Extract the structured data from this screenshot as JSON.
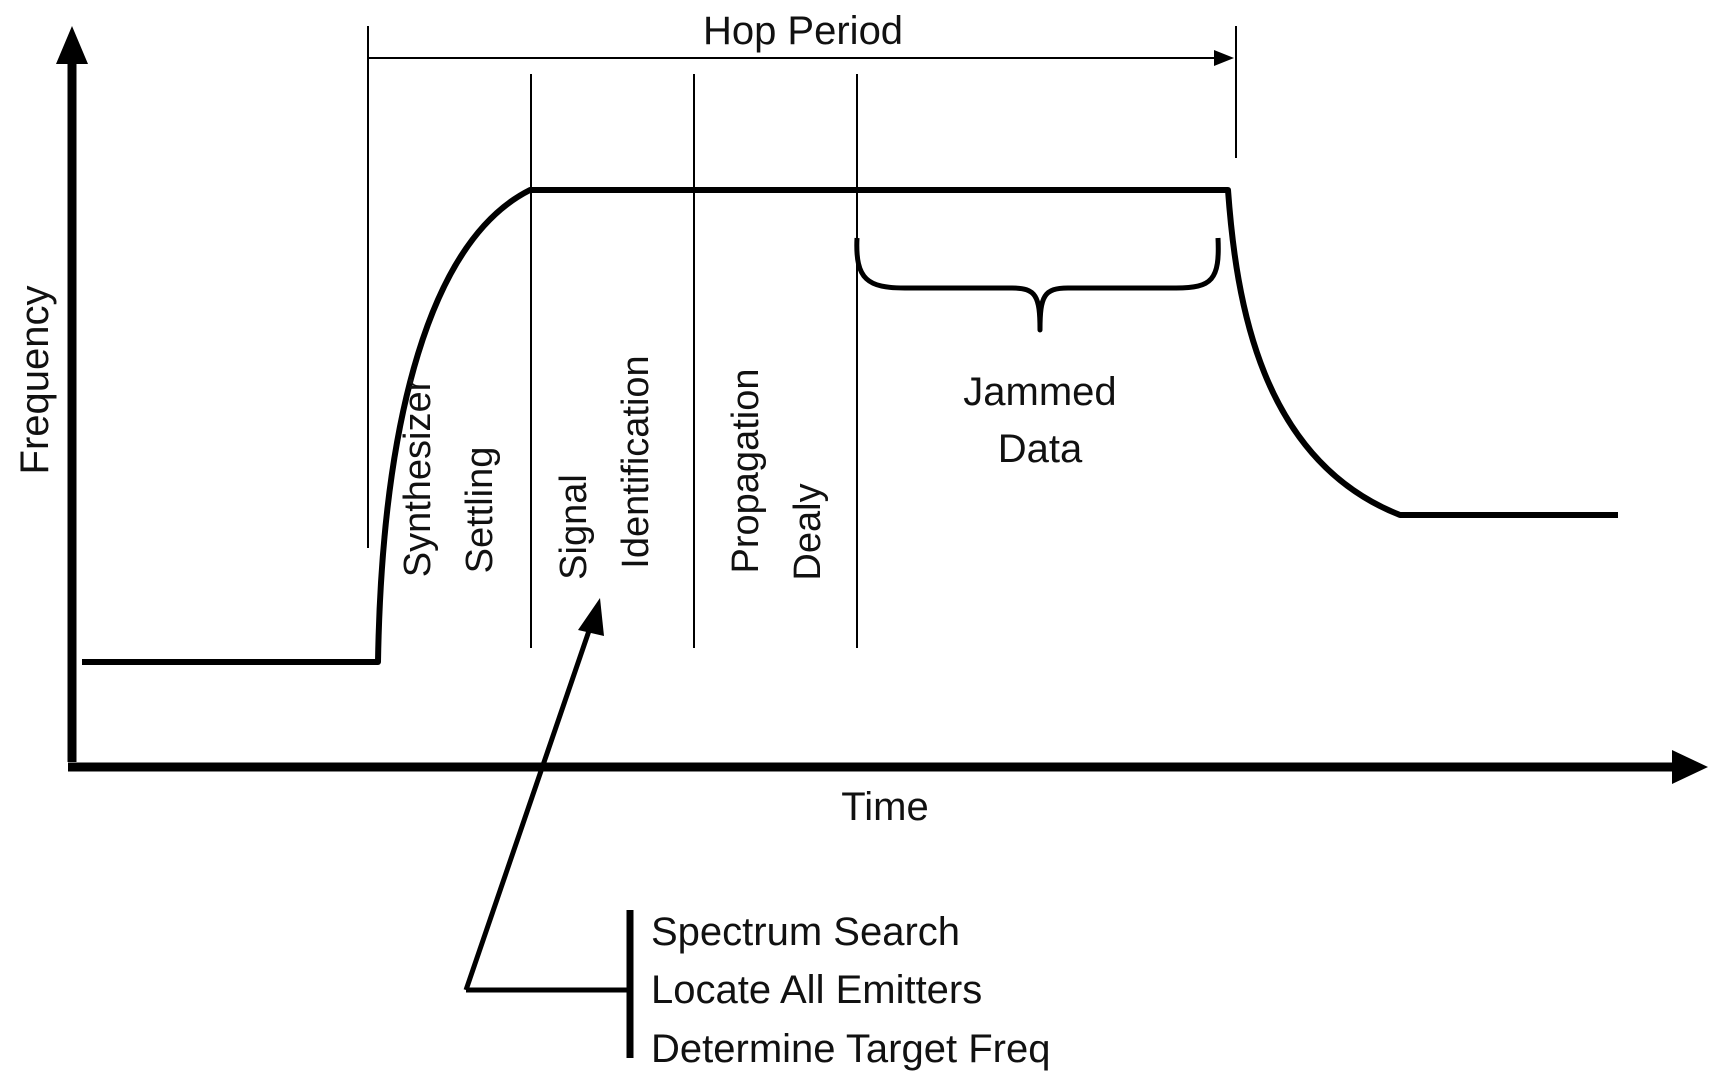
{
  "diagram": {
    "axes": {
      "y_label": "Frequency",
      "x_label": "Time"
    },
    "hop_period_label": "Hop Period",
    "phases": [
      {
        "lines": [
          "Synthesizer",
          "Settling"
        ]
      },
      {
        "lines": [
          "Signal",
          "Identification"
        ]
      },
      {
        "lines": [
          "Propagation",
          "Dealy"
        ]
      }
    ],
    "jammed_data": {
      "lines": [
        "Jammed",
        "Data"
      ]
    },
    "callout": {
      "items": [
        "Spectrum Search",
        "Locate All Emitters",
        "Determine Target Freq"
      ]
    },
    "colors": {
      "ink": "#000000",
      "background": "#ffffff"
    }
  }
}
